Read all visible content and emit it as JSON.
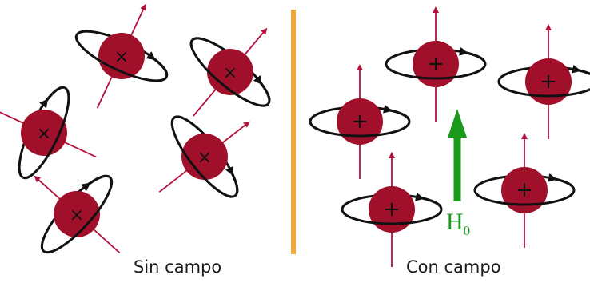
{
  "panels": {
    "left": {
      "caption": "Sin campo"
    },
    "right": {
      "caption": "Con campo"
    }
  },
  "field": {
    "label": "H",
    "subscript": "0"
  },
  "colors": {
    "proton": "#a0102a",
    "axis": "#b3123c",
    "orbit": "#111111",
    "field_arrow": "#1a9a1a",
    "divider": "#f0a93a"
  },
  "proton_charge_glyphs": {
    "left": "×",
    "right": "+"
  }
}
